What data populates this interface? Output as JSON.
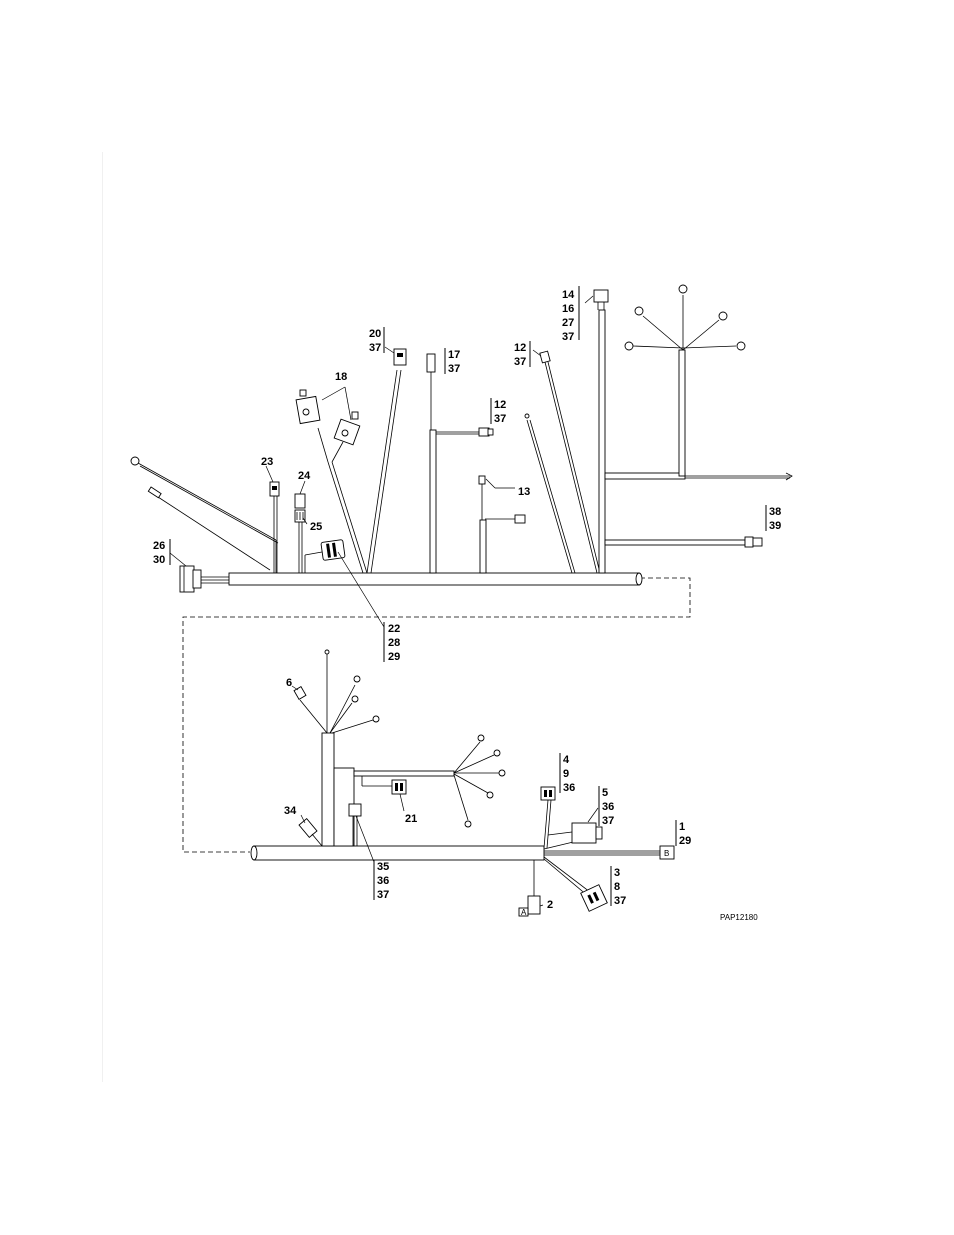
{
  "figure_id": "PAP12180",
  "callouts": [
    {
      "id": "c-14-16-27-37",
      "lines": [
        "14",
        "16",
        "27",
        "37"
      ]
    },
    {
      "id": "c-20-37",
      "lines": [
        "20",
        "37"
      ]
    },
    {
      "id": "c-17-37",
      "lines": [
        "17",
        "37"
      ]
    },
    {
      "id": "c-12-37-upper",
      "lines": [
        "12",
        "37"
      ]
    },
    {
      "id": "c-18",
      "lines": [
        "18"
      ]
    },
    {
      "id": "c-12-37-lower",
      "lines": [
        "12",
        "37"
      ]
    },
    {
      "id": "c-23",
      "lines": [
        "23"
      ]
    },
    {
      "id": "c-24",
      "lines": [
        "24"
      ]
    },
    {
      "id": "c-13",
      "lines": [
        "13"
      ]
    },
    {
      "id": "c-25",
      "lines": [
        "25"
      ]
    },
    {
      "id": "c-38-39",
      "lines": [
        "38",
        "39"
      ]
    },
    {
      "id": "c-26-30",
      "lines": [
        "26",
        "30"
      ]
    },
    {
      "id": "c-22-28-29",
      "lines": [
        "22",
        "28",
        "29"
      ]
    },
    {
      "id": "c-6",
      "lines": [
        "6"
      ]
    },
    {
      "id": "c-4-9-36",
      "lines": [
        "4",
        "9",
        "36"
      ]
    },
    {
      "id": "c-5-36-37",
      "lines": [
        "5",
        "36",
        "37"
      ]
    },
    {
      "id": "c-34",
      "lines": [
        "34"
      ]
    },
    {
      "id": "c-21",
      "lines": [
        "21"
      ]
    },
    {
      "id": "c-1-29",
      "lines": [
        "1",
        "29"
      ]
    },
    {
      "id": "c-35-36-37",
      "lines": [
        "35",
        "36",
        "37"
      ]
    },
    {
      "id": "c-3-8-37",
      "lines": [
        "3",
        "8",
        "37"
      ]
    },
    {
      "id": "c-2",
      "lines": [
        "2"
      ]
    }
  ],
  "connector_marks": {
    "connector_2": "A",
    "connector_1": "B"
  }
}
